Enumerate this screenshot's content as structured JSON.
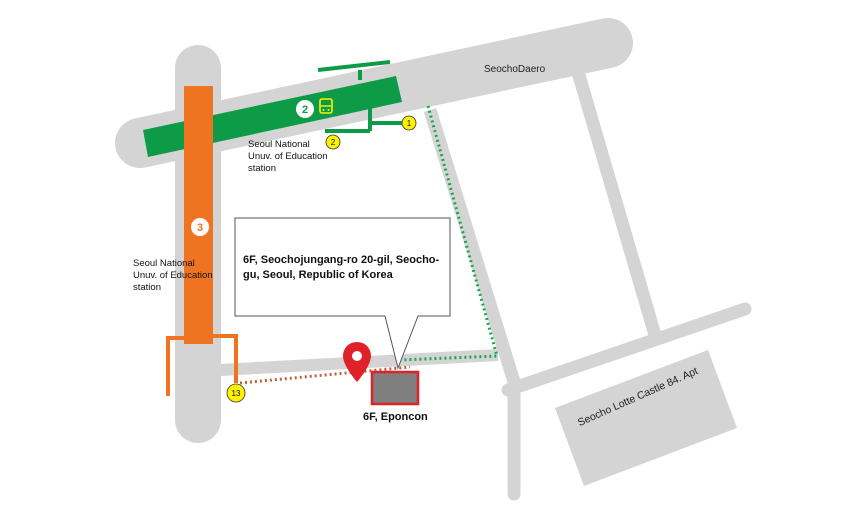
{
  "map": {
    "road_name": "SeochoDaero",
    "building_label": "Seocho Lotte Castle 84. Apt",
    "station_green": {
      "line_number": "2",
      "name_lines": [
        "Seoul National",
        "Unuv. of Education",
        "station"
      ],
      "exits": [
        "1",
        "2"
      ],
      "color": "#0e9b48"
    },
    "station_orange": {
      "line_number": "3",
      "name_lines": [
        "Seoul National",
        "Unuv. of Education",
        "station"
      ],
      "exits": [
        "13"
      ],
      "color": "#ef7422"
    },
    "callout": {
      "line1": "6F, Seochojungang-ro 20-gil, Seocho-",
      "line2": "gu, Seoul, Republic of Korea"
    },
    "destination_label": "6F, Eponcon",
    "colors": {
      "road": "#d4d4d4",
      "pin": "#e02127",
      "marker_fill": "#7f7f7f",
      "marker_border": "#e02127",
      "exit_badge": "#fff200"
    }
  }
}
